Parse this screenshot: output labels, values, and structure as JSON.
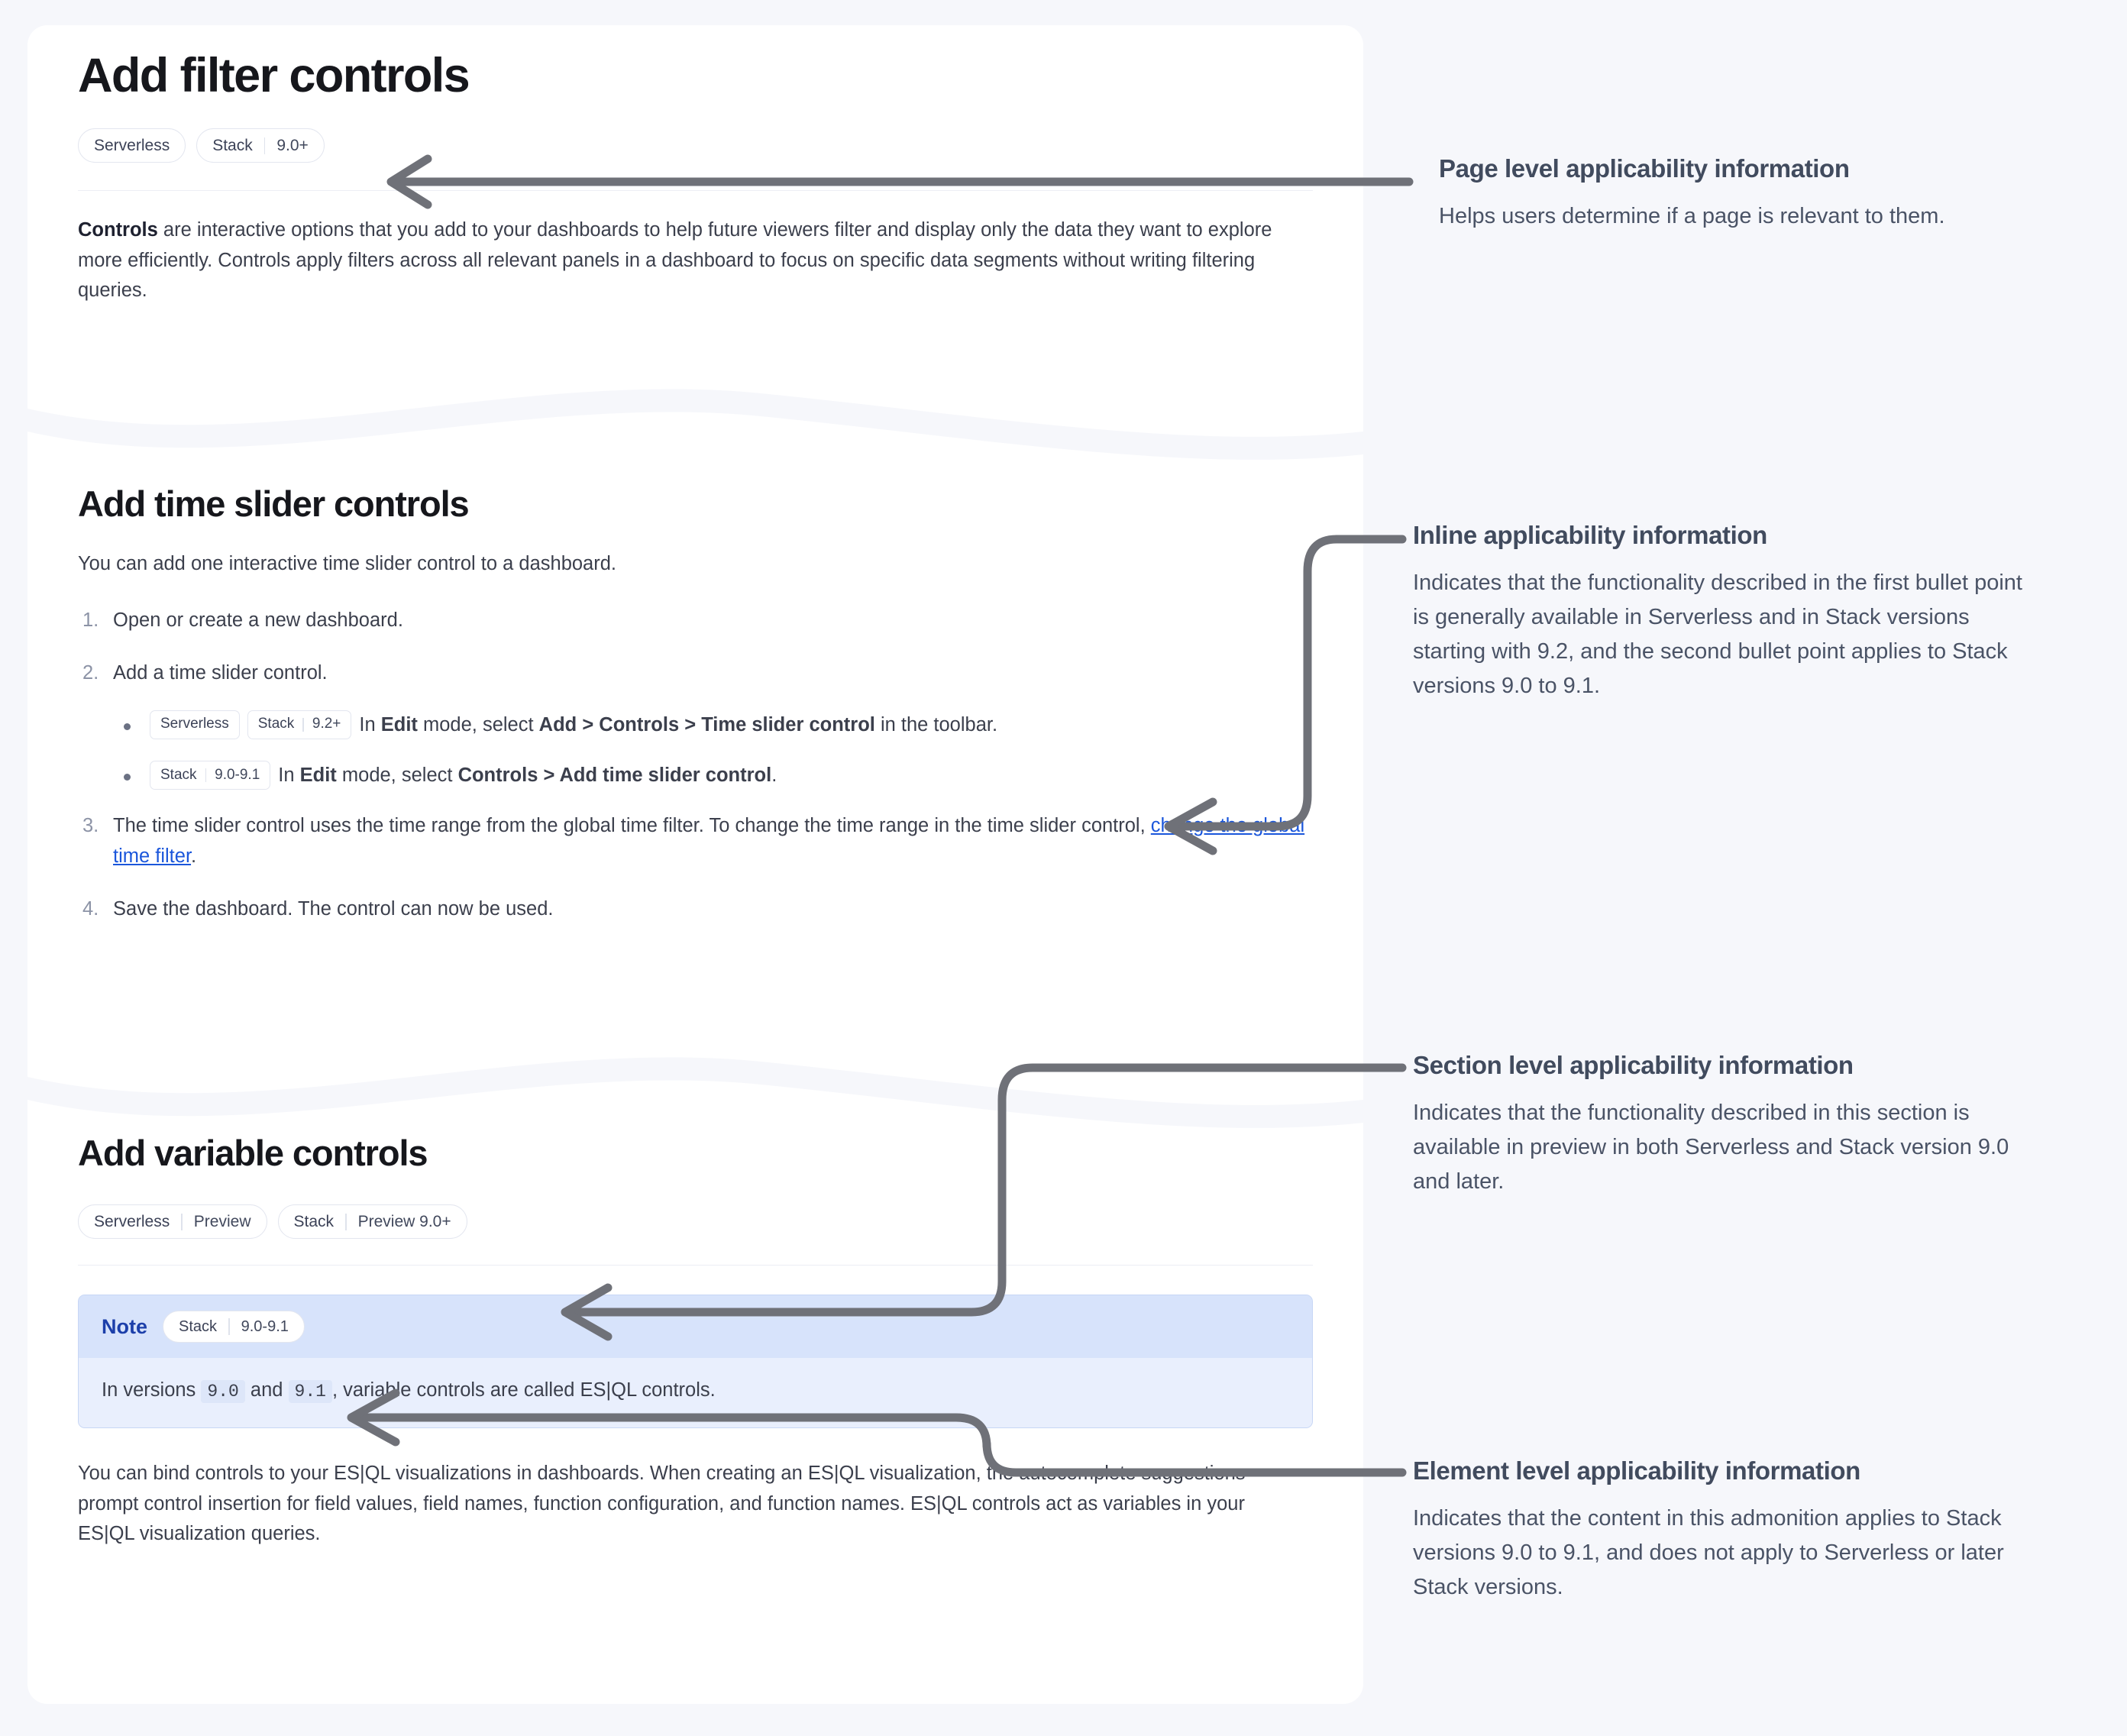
{
  "document": {
    "page_title": "Add filter controls",
    "page_badges": [
      {
        "name": "Serverless",
        "version": ""
      },
      {
        "name": "Stack",
        "version": "9.0+"
      }
    ],
    "intro": {
      "lead": "Controls",
      "rest": " are interactive options that you add to your dashboards to help future viewers filter and display only the data they want to explore more efficiently. Controls apply filters across all relevant panels in a dashboard to focus on specific data segments without writing filtering queries."
    },
    "section_time_slider": {
      "title": "Add time slider controls",
      "intro": "You can add one interactive time slider control to a dashboard.",
      "steps": [
        {
          "num": "1.",
          "text": "Open or create a new dashboard."
        },
        {
          "num": "2.",
          "text": "Add a time slider control."
        },
        {
          "num": "3.",
          "text_a": "The time slider control uses the time range from the global time filter. To change the time range in the time slider control, ",
          "link": "change the global time filter",
          "text_b": "."
        },
        {
          "num": "4.",
          "text": "Save the dashboard. The control can now be used."
        }
      ],
      "bullets": [
        {
          "badges": [
            {
              "name": "Serverless",
              "version": ""
            },
            {
              "name": "Stack",
              "version": "9.2+"
            }
          ],
          "parts": [
            {
              "t": "In ",
              "b": false
            },
            {
              "t": "Edit",
              "b": true
            },
            {
              "t": " mode, select ",
              "b": false
            },
            {
              "t": "Add > Controls > Time slider control",
              "b": true
            },
            {
              "t": " in the toolbar.",
              "b": false
            }
          ]
        },
        {
          "badges": [
            {
              "name": "Stack",
              "version": "9.0-9.1"
            }
          ],
          "parts": [
            {
              "t": "In ",
              "b": false
            },
            {
              "t": "Edit",
              "b": true
            },
            {
              "t": " mode, select ",
              "b": false
            },
            {
              "t": "Controls > Add time slider control",
              "b": true
            },
            {
              "t": ".",
              "b": false
            }
          ]
        }
      ]
    },
    "section_variable": {
      "title": "Add variable controls",
      "badges": [
        {
          "name": "Serverless",
          "version": "Preview"
        },
        {
          "name": "Stack",
          "version": "Preview 9.0+"
        }
      ],
      "note": {
        "label": "Note",
        "badge": {
          "name": "Stack",
          "version": "9.0-9.1"
        },
        "text_a": "In versions ",
        "code_1": "9.0",
        "text_b": " and ",
        "code_2": "9.1",
        "text_c": ", variable controls are called ES|QL controls."
      },
      "paragraph": "You can bind controls to your ES|QL visualizations in dashboards. When creating an ES|QL visualization, the autocomplete suggestions prompt control insertion for field values, field names, function configuration, and function names. ES|QL controls act as variables in your ES|QL visualization queries."
    }
  },
  "annotations": [
    {
      "title": "Page level applicability information",
      "body": "Helps users determine if a page is relevant to them."
    },
    {
      "title": "Inline applicability information",
      "body": "Indicates that the functionality described in the first bullet point is generally available in Serverless and in Stack versions starting with 9.2, and the second bullet point applies to Stack versions 9.0 to 9.1."
    },
    {
      "title": "Section level applicability information",
      "body": "Indicates that the functionality described in this section is available in preview in both Serverless and Stack version 9.0 and later."
    },
    {
      "title": "Element level applicability information",
      "body": "Indicates that the content in this admonition applies to Stack versions 9.0 to 9.1, and does not apply to Serverless or later Stack versions."
    }
  ],
  "colors": {
    "page_bg": "#f6f7fb",
    "card_bg": "#ffffff",
    "arrow": "#6f7178",
    "link": "#1a56db",
    "note_header": "#d7e3fb",
    "note_body": "#e9effd",
    "note_label": "#1c3faa"
  }
}
